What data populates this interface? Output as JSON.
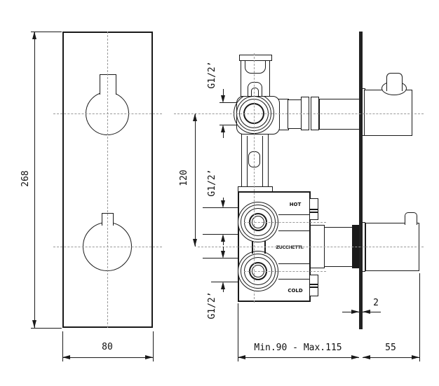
{
  "front_view": {
    "height_dim": "268",
    "width_dim": "80"
  },
  "side_view": {
    "spacing_dim": "120",
    "top_port_thread": "G1/2’",
    "mid_port_thread": "G1/2’",
    "bottom_port_thread": "G1/2’",
    "wall_thickness_dim": "2",
    "depth_dim": "Min.90 - Max.115",
    "trim_depth_dim": "55",
    "hot_label": "HOT",
    "brand_label": "ZUCCHETTI.",
    "cold_label": "COLD"
  },
  "colors": {
    "line": "#1a1a1a",
    "centerline": "#9a9a9a",
    "wall": "#222222",
    "background": "#ffffff"
  }
}
